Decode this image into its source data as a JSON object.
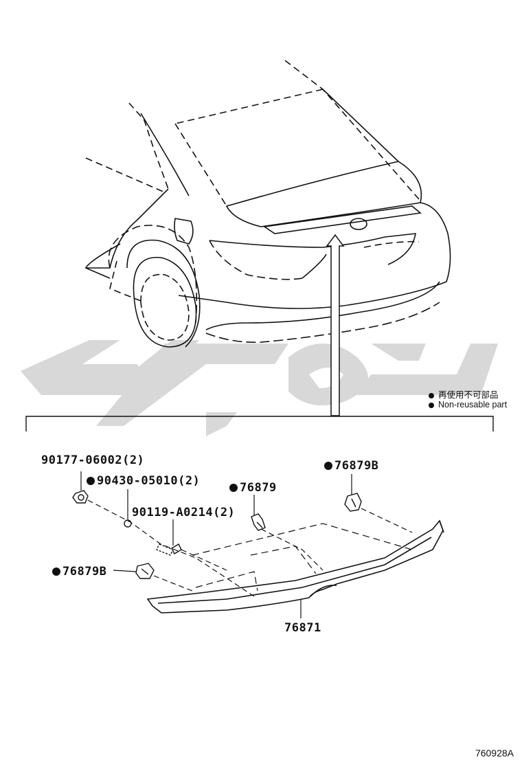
{
  "legend": {
    "line1": "再使用不可部品",
    "line2": "Non-reusable part"
  },
  "parts": {
    "p1": "90177-06002(2)",
    "p2": "90430-05010(2)",
    "p3": "90119-A0214(2)",
    "p4": "76879",
    "p5": "76879B",
    "p6": "76879B",
    "p7": "76871"
  },
  "figure_code": "760928A",
  "colors": {
    "line": "#111111",
    "watermark": "#d6d6d6"
  }
}
